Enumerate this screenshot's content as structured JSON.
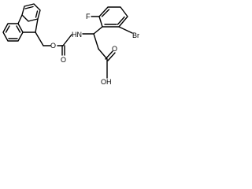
{
  "molecule": {
    "labels": {
      "fluorine": "F",
      "bromine": "Br",
      "amine": "HN",
      "carbamate_oxygen": "O",
      "carbonyl_oxygen": "O",
      "acid_carbonyl_oxygen": "O",
      "hydroxyl": "OH"
    }
  }
}
